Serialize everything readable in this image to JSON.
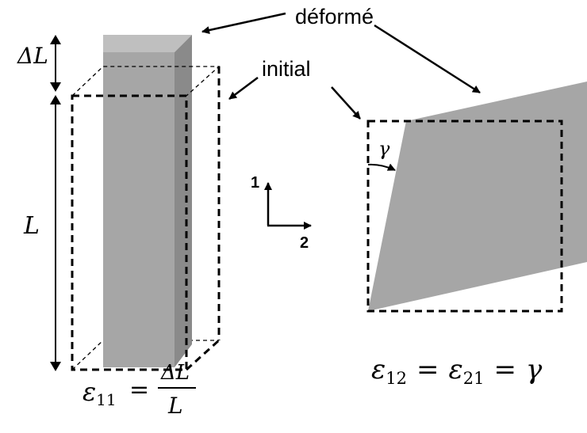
{
  "labels": {
    "deformed": "déformé",
    "initial": "initial",
    "delta_L": "ΔL",
    "L": "L",
    "axis_1": "1",
    "axis_2": "2",
    "gamma": "γ"
  },
  "equations": {
    "normal_strain": {
      "lhs_symbol": "ε",
      "lhs_sub": "11",
      "equals": "=",
      "numerator": "ΔL",
      "denominator": "L"
    },
    "shear_strain": {
      "symbol_a": "ε",
      "sub_a": "12",
      "equals_a": "=",
      "symbol_b": "ε",
      "sub_b": "21",
      "equals_b": "=",
      "rhs": "γ"
    }
  },
  "colors": {
    "deformed_face": "#a6a6a6",
    "deformed_top": "#bfbfbf",
    "deformed_side": "#8a8a8a",
    "ink": "#000000"
  }
}
